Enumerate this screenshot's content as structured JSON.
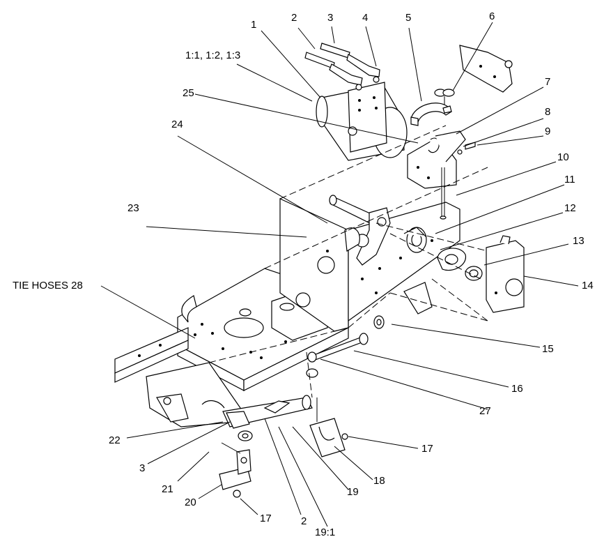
{
  "callouts": {
    "c1": "1",
    "c2": "2",
    "c3": "3",
    "c4": "4",
    "c5": "5",
    "c6": "6",
    "c7": "7",
    "c8": "8",
    "c9": "9",
    "c10": "10",
    "c11": "11",
    "c12": "12",
    "c13": "13",
    "c14": "14",
    "c15": "15",
    "c16": "16",
    "c17a": "17",
    "c17b": "17",
    "c18": "18",
    "c19": "19",
    "c19_1": "19:1",
    "c20": "20",
    "c21": "21",
    "c22": "22",
    "c23": "23",
    "c24": "24",
    "c25": "25",
    "c27": "27",
    "c2b": "2",
    "c3b": "3",
    "c1sub": "1:1, 1:2, 1:3",
    "tie": "TIE HOSES 28"
  }
}
